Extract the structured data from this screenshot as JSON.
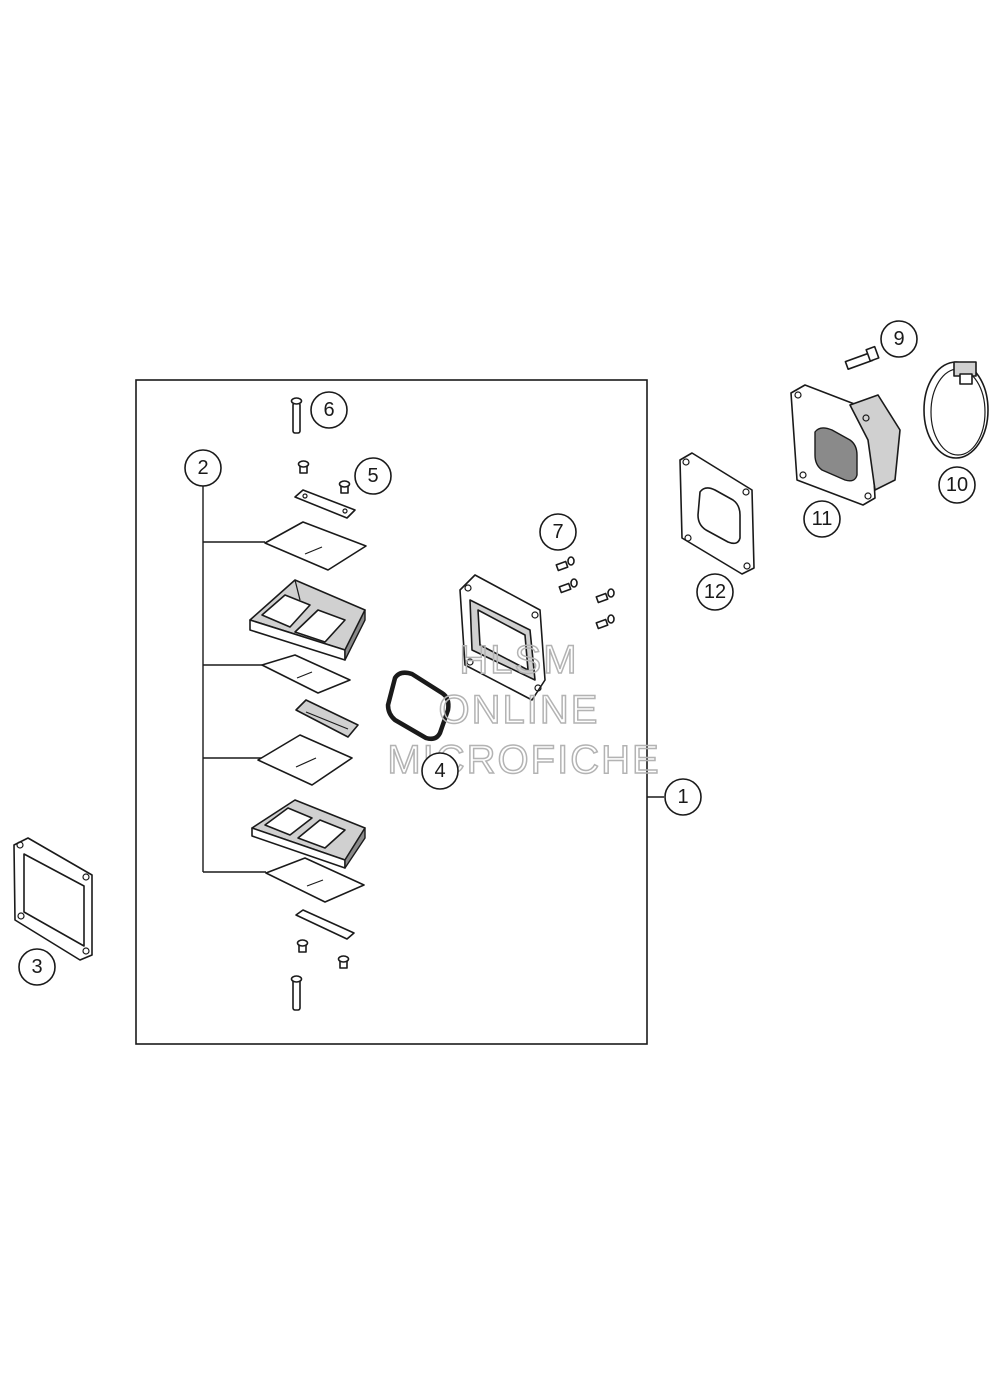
{
  "callouts": [
    {
      "id": "1",
      "label": "1"
    },
    {
      "id": "2",
      "label": "2"
    },
    {
      "id": "3",
      "label": "3"
    },
    {
      "id": "4",
      "label": "4"
    },
    {
      "id": "5",
      "label": "5"
    },
    {
      "id": "6",
      "label": "6"
    },
    {
      "id": "7",
      "label": "7"
    },
    {
      "id": "9",
      "label": "9"
    },
    {
      "id": "10",
      "label": "10"
    },
    {
      "id": "11",
      "label": "11"
    },
    {
      "id": "12",
      "label": "12"
    }
  ],
  "watermark": {
    "line1": "HLSM",
    "line2": "ONLINE",
    "line3": "MICROFICHE"
  }
}
